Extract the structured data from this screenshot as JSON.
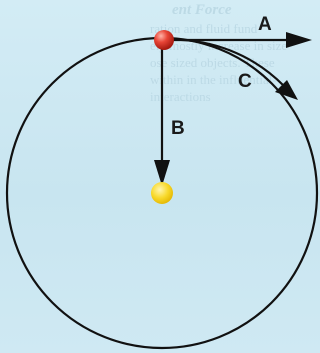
{
  "background_text": {
    "heading": "ent Force",
    "lines": [
      "ration and fluid fund",
      "ely mostly increase in size",
      "ose sized objects. These",
      "within in the influential-",
      "interactions"
    ]
  },
  "diagram": {
    "labels": {
      "a": "A",
      "b": "B",
      "c": "C"
    },
    "colors": {
      "orbit": "#111111",
      "arrow": "#111111",
      "orbiting_body": "#e2312a",
      "center_body": "#f6d21c",
      "background": "#cfe8f2"
    }
  }
}
